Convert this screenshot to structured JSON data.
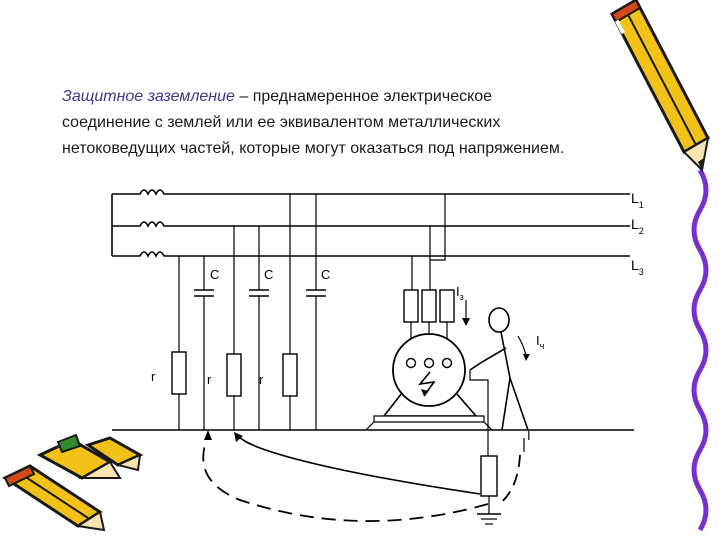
{
  "definition": {
    "term": "Защитное заземление",
    "dash": " – ",
    "line1_rest": "преднамеренное электрическое",
    "line2": "соединение с землей или ее эквивалентом металлических",
    "line3": "нетоковедущих частей, которые могут оказаться под напряжением."
  },
  "diagram": {
    "phase_labels": [
      {
        "letter": "L",
        "index": "1"
      },
      {
        "letter": "L",
        "index": "2"
      },
      {
        "letter": "L",
        "index": "3"
      }
    ],
    "capacitor_label": "C",
    "resistor_label": "r",
    "ground_current": {
      "letter": "I",
      "index": "з"
    },
    "person_current": {
      "letter": "I",
      "index": "ч"
    },
    "ground_resistor_current": "I"
  },
  "colors": {
    "term": "#3a3a8c",
    "text": "#1a1a1a",
    "pencil_body": "#f2c218",
    "pencil_outline": "#1a1a1a",
    "pencil_tip": "#d24a1a",
    "wavy_border": "#7a2fd0",
    "pencil_green": "#2e8b2e"
  },
  "decorations": [
    "pencil-top-right",
    "pencils-bottom-left",
    "wavy-border-right"
  ]
}
